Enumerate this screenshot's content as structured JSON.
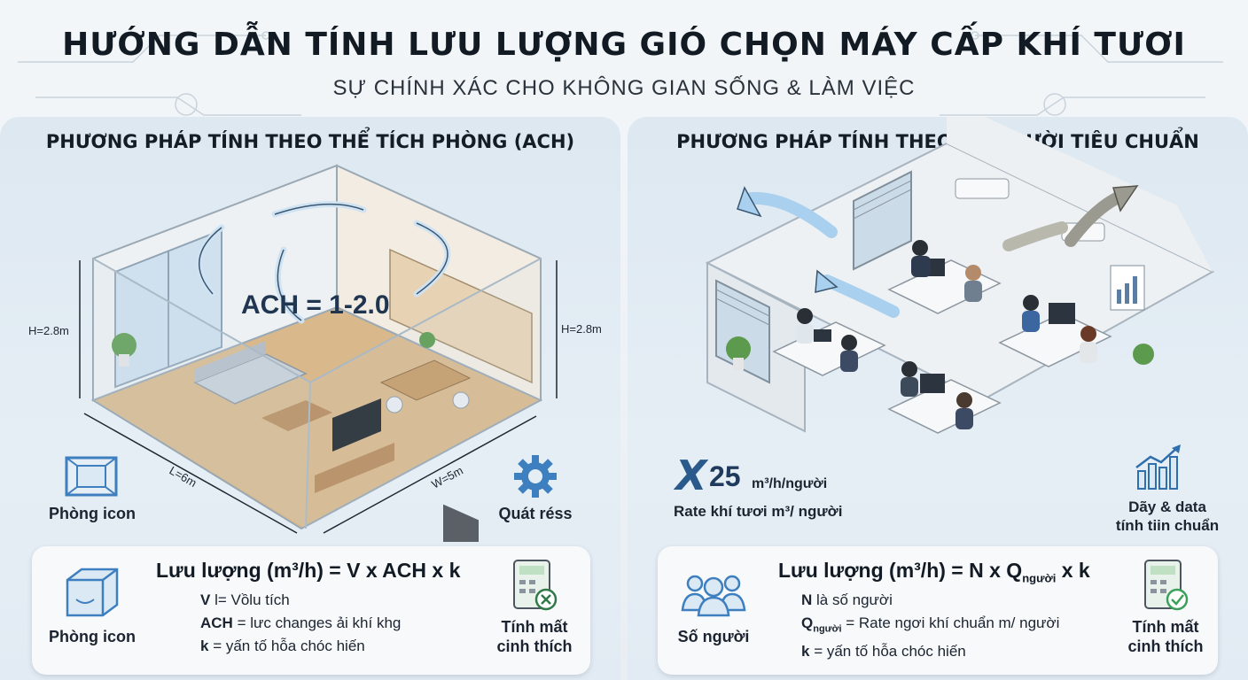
{
  "header": {
    "title": "HƯỚNG DẪN TÍNH LƯU LƯỢNG GIÓ CHỌN MÁY CẤP KHÍ TƯƠI",
    "subtitle": "SỰ CHÍNH XÁC CHO KHÔNG GIAN SỐNG & LÀM VIỆC"
  },
  "left": {
    "title": "PHƯƠNG PHÁP TÍNH THEO THỂ TÍCH PHÒNG (ACH)",
    "ach_label": "ACH = 1-2.0",
    "dim_h_left": "H=2.8m",
    "dim_h_right": "H=2.8m",
    "dim_l": "L=6m",
    "dim_w": "W=5m",
    "icon_room_label": "Phòng icon",
    "icon_gear_label": "Quát réss",
    "formula": {
      "main": "Lưu lượng (m³/h) = V x ACH x k",
      "v_sym": "V",
      "v_def": " l= Vồlu tích",
      "ach_sym": "ACH",
      "ach_def": " = lưc changes ải khí khg",
      "k_sym": "k",
      "k_def": " = yấn tố hỗa chóc hiến",
      "icon_left_label": "Phòng icon",
      "icon_right_label_1": "Tính mất",
      "icon_right_label_2": "cinh thích"
    }
  },
  "right": {
    "title": "PHƯƠNG PHÁP TÍNH THEO  SỐ NGƯỜI TIÊU CHUẨN",
    "rate_x": "X",
    "rate_value": "25",
    "rate_unit": "m³/h/người",
    "rate_label": "Rate khí tươi m³/ người",
    "data_label_1": "Dãy & data",
    "data_label_2": "tính tiin chuẩn",
    "formula": {
      "main_a": "Lưu lượng (m³/h) = N x Q",
      "main_sub": "người",
      "main_b": " x k",
      "n_sym": "N",
      "n_def": " là số người",
      "q_sym": "Q",
      "q_sub": "người",
      "q_def": " = Rate ngơi khí chuẩn m/ người",
      "k_sym": "k",
      "k_def": " = yấn tố hỗa chóc hiến",
      "icon_left_label": "Số người",
      "icon_right_label_1": "Tính mất",
      "icon_right_label_2": "cinh thích"
    }
  },
  "colors": {
    "accent_blue": "#3d7fbf",
    "arrow_blue": "#6faedf",
    "arrow_gray": "#8a8a80",
    "check_green": "#3aa05a",
    "cross_red": "#c24a3a"
  }
}
